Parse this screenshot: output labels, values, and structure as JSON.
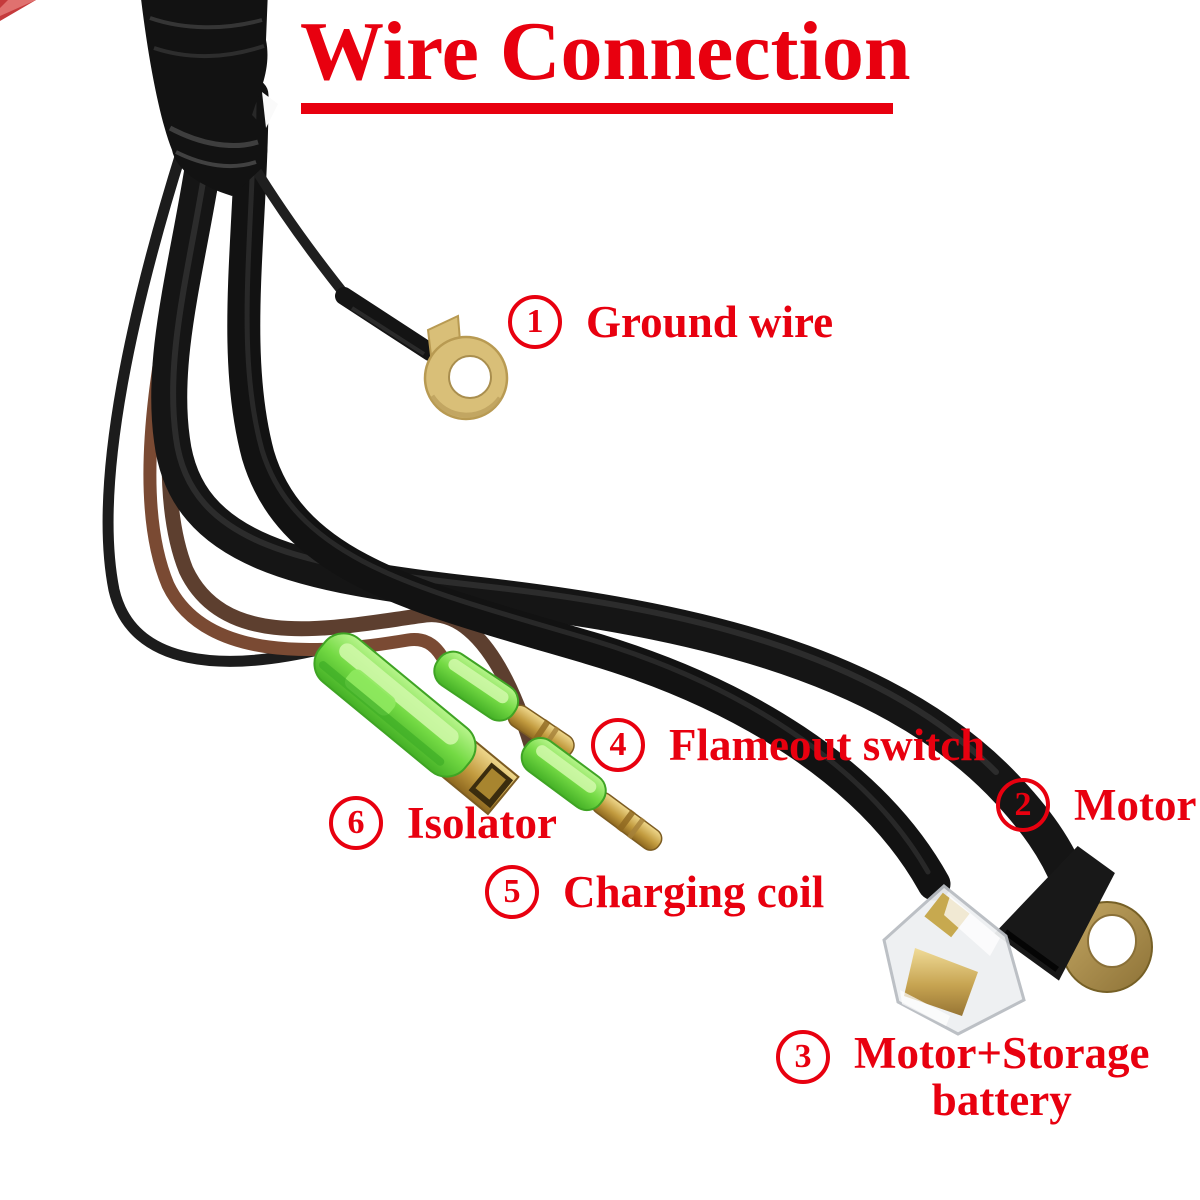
{
  "title": {
    "text": "Wire Connection"
  },
  "labels": [
    {
      "num": "1",
      "text": "Ground wire"
    },
    {
      "num": "2",
      "text": "Motor"
    },
    {
      "num": "3",
      "text": "Motor+Storage",
      "text2": "battery"
    },
    {
      "num": "4",
      "text": "Flameout switch"
    },
    {
      "num": "5",
      "text": "Charging coil"
    },
    {
      "num": "6",
      "text": "Isolator"
    }
  ],
  "photo": {
    "description": "Outboard engine wiring loom on white background",
    "parts": [
      "taped-harness-bundle",
      "ground-wire-ring-terminal",
      "motor-cable-ring-terminal",
      "battery-spade-connector",
      "flameout-bullet-connector",
      "charging-bullet-connector",
      "isolator-connector"
    ]
  },
  "colors": {
    "label_red": "#e8000f",
    "connector_green": "#74da44",
    "brass": "#c29b3f",
    "cable_black": "#161616",
    "wire_brown": "#6f4a35",
    "background": "#ffffff"
  }
}
